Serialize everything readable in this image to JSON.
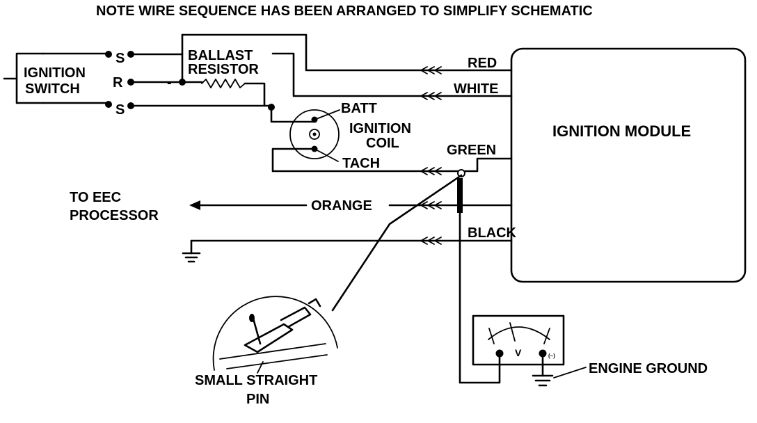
{
  "note": "NOTE WIRE SEQUENCE HAS BEEN ARRANGED TO SIMPLIFY SCHEMATIC",
  "ignition_switch": {
    "line1": "IGNITION",
    "line2": "SWITCH",
    "terminal_s_top": "S",
    "terminal_r": "R",
    "terminal_s_bottom": "S"
  },
  "ballast_resistor": {
    "line1": "BALLAST",
    "line2": "RESISTOR"
  },
  "coil": {
    "line1": "IGNITION",
    "line2": "COIL",
    "batt": "BATT",
    "tach": "TACH"
  },
  "module": {
    "label": "IGNITION MODULE"
  },
  "wires": {
    "red": "RED",
    "white": "WHITE",
    "green": "GREEN",
    "orange": "ORANGE",
    "black": "BLACK"
  },
  "eec": {
    "line1": "TO EEC",
    "line2": "PROCESSOR"
  },
  "pin": {
    "line1": "SMALL STRAIGHT",
    "line2": "PIN"
  },
  "meter": {
    "v_label": "V",
    "minus_label": "(–)"
  },
  "engine_ground": "ENGINE GROUND"
}
